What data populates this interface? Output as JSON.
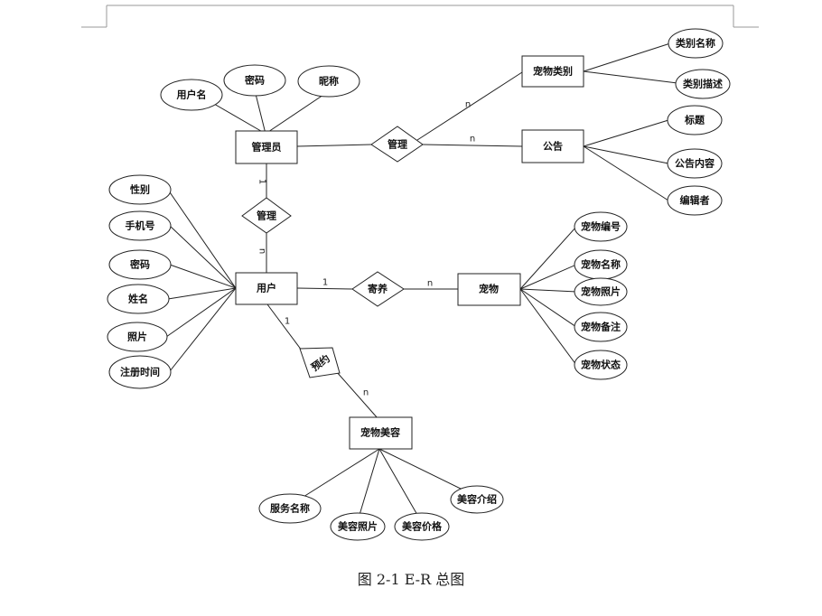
{
  "caption": "图 2-1 E-R 总图",
  "entities": {
    "admin": "管理员",
    "pet_category": "宠物类别",
    "notice": "公告",
    "user": "用户",
    "pet": "宠物",
    "pet_beauty": "宠物美容"
  },
  "relationships": {
    "manage_top": "管理",
    "manage_left": "管理",
    "foster": "寄养",
    "reserve": "预约"
  },
  "attributes": {
    "admin": [
      "用户名",
      "密码",
      "昵称"
    ],
    "pet_category": [
      "类别名称",
      "类别描述"
    ],
    "notice": [
      "标题",
      "公告内容",
      "编辑者"
    ],
    "user": [
      "性别",
      "手机号",
      "密码",
      "姓名",
      "照片",
      "注册时间"
    ],
    "pet": [
      "宠物编号",
      "宠物名称",
      "宠物照片",
      "宠物备注",
      "宠物状态"
    ],
    "pet_beauty": [
      "服务名称",
      "美容照片",
      "美容价格",
      "美容介绍"
    ]
  },
  "cardinalities": {
    "manage_to_category": "n",
    "manage_to_notice": "n",
    "user_foster": "1",
    "foster_pet": "n",
    "user_reserve": "1",
    "reserve_beauty": "n",
    "admin_manage": "1",
    "manage_user": "n"
  }
}
